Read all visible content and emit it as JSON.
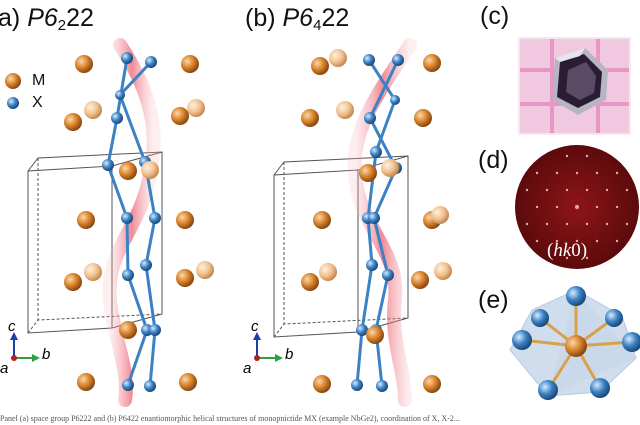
{
  "panels": {
    "a": {
      "prefix": "a) ",
      "sg_main": "P6",
      "sg_sub": "2",
      "sg_tail": "22"
    },
    "b": {
      "prefix": "(b) ",
      "sg_main": "P6",
      "sg_sub": "4",
      "sg_tail": "22"
    },
    "c": {
      "label": "(c)"
    },
    "d": {
      "label": "(d)",
      "diffraction_open": "(",
      "diffraction_italic": "hk",
      "diffraction_close": "0)"
    },
    "e": {
      "label": "(e)"
    }
  },
  "legend": {
    "metal": "M",
    "anion": "X"
  },
  "axes": {
    "c": "c",
    "a": "a",
    "b": "b"
  },
  "caption": "Panel (a) space group P6222 and (b) P6422 enantiomorphic helical structures of monopnictide MX (example NbGe2), coordination of X, X-2...",
  "colors": {
    "metal": "#d9822b",
    "anion": "#3b82c4",
    "helix": "#e8747c",
    "diffraction_bg": "#7a0f12",
    "octahedron": "#a9c3dd"
  }
}
